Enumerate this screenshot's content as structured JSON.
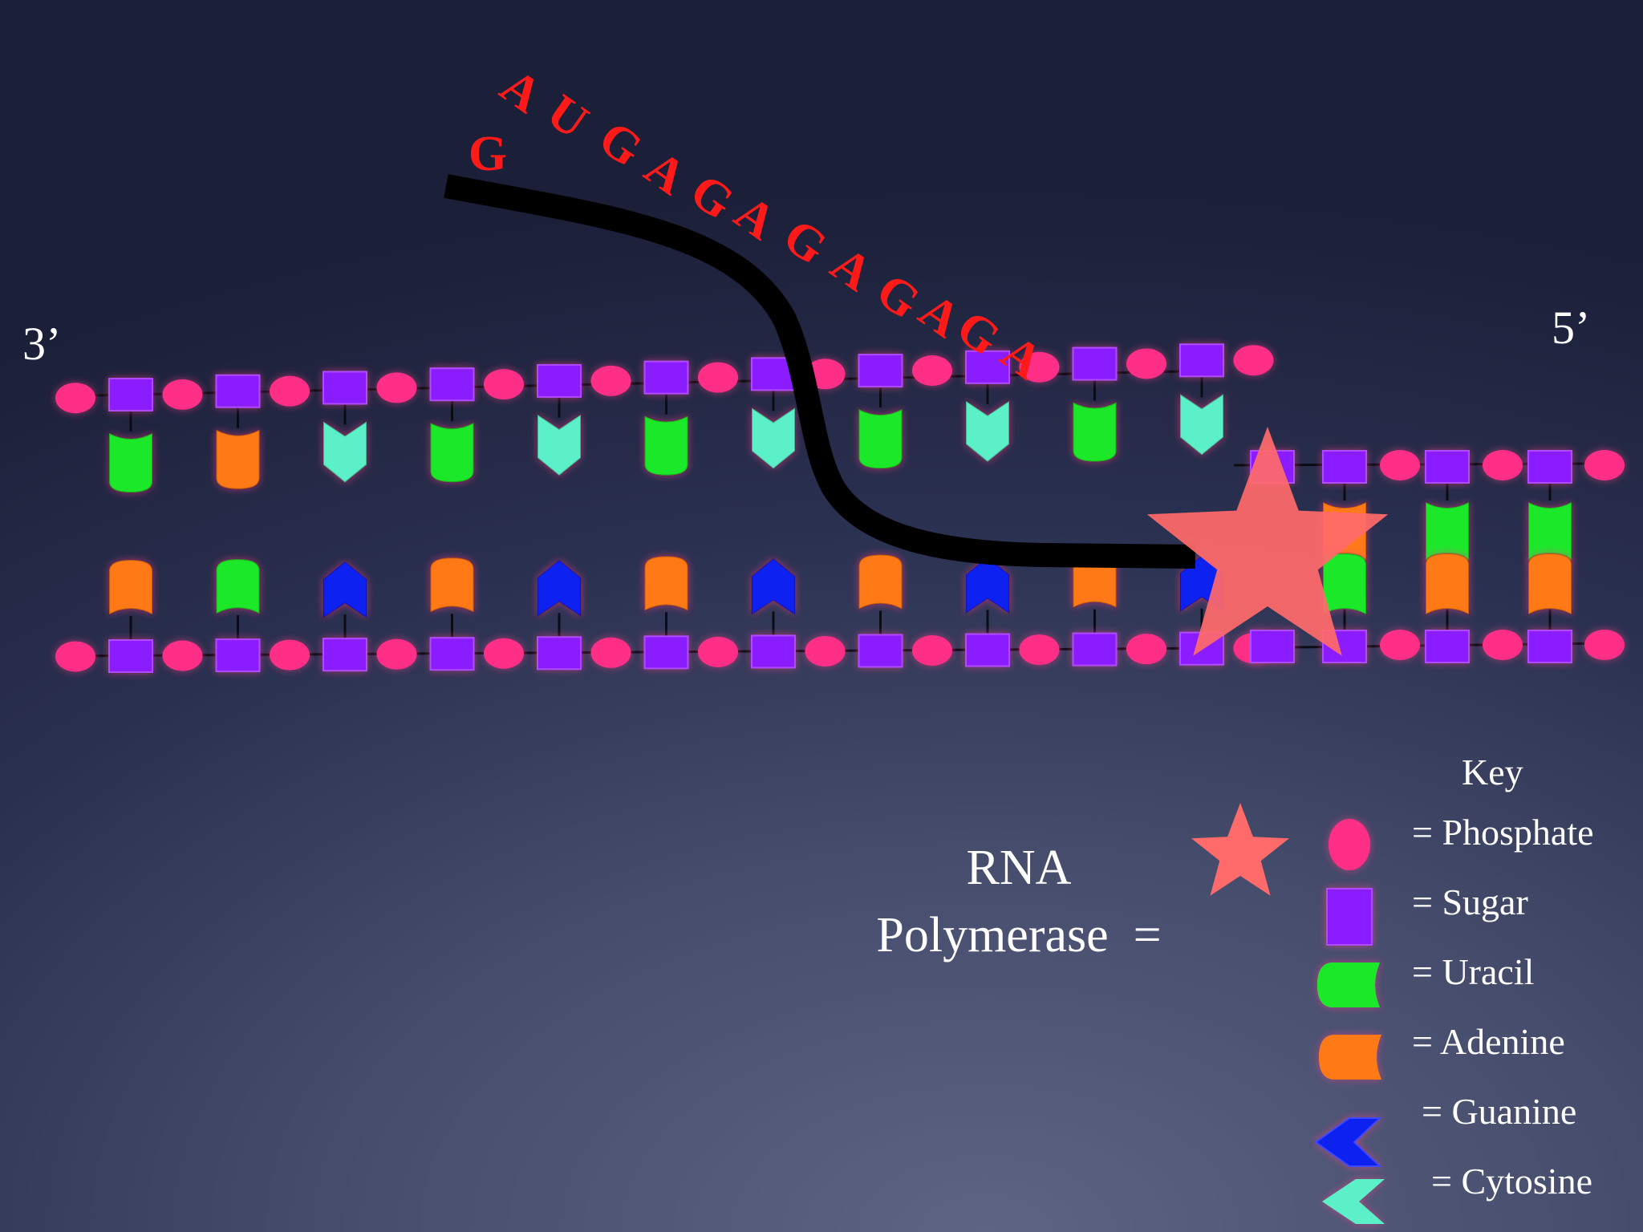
{
  "ends": {
    "left": "3’",
    "right": "5’"
  },
  "rna_sequence": [
    "G",
    "A",
    "U",
    "G",
    "A",
    "G",
    "A",
    "G",
    "A",
    "G",
    "A",
    "G",
    "A"
  ],
  "rna_polymerase_label": {
    "line1": "RNA",
    "line2": "Polymerase",
    "equals": "="
  },
  "key": {
    "title": "Key",
    "items": [
      {
        "label": "= Phosphate",
        "icon": "phosphate-icon"
      },
      {
        "label": "= Sugar",
        "icon": "sugar-icon"
      },
      {
        "label": "= Uracil",
        "icon": "uracil-icon"
      },
      {
        "label": "= Adenine",
        "icon": "adenine-icon"
      },
      {
        "label": "= Guanine",
        "icon": "guanine-icon"
      },
      {
        "label": "= Cytosine",
        "icon": "cytosine-icon"
      }
    ]
  },
  "strands": {
    "unwound_top_bases": [
      "U",
      "A",
      "C",
      "U",
      "C",
      "U",
      "C",
      "U",
      "C",
      "U",
      "C"
    ],
    "unwound_bottom_bases": [
      "A",
      "U",
      "G",
      "A",
      "G",
      "A",
      "G",
      "A",
      "G",
      "A",
      "G"
    ],
    "paired_top_bases": [
      "A",
      "U",
      "U"
    ],
    "paired_bottom_bases": [
      "U",
      "A",
      "A"
    ]
  },
  "colors": {
    "phosphate": "#ff2e86",
    "sugar": "#8a1cff",
    "uracil": "#1fe82a",
    "adenine": "#ff7a12",
    "guanine": "#1020f0",
    "cytosine": "#5cf0c8",
    "rna_letters": "#ff1a1a",
    "polymerase": "#ff6b6b",
    "rna_strand": "#000000"
  }
}
